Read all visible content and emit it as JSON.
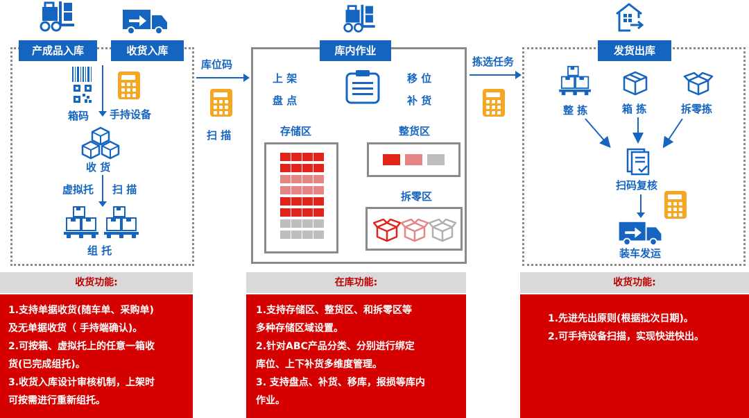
{
  "left": {
    "header_produce": "产成品入库",
    "header_receive": "收货入库",
    "box_code": "箱码",
    "handheld": "手持设备",
    "receive": "收 货",
    "virtual_pallet": "虚拟托",
    "scan": "扫 描",
    "pallet": "组 托"
  },
  "arrow1": {
    "top_label": "库位码",
    "bottom_label": "扫 描"
  },
  "middle": {
    "header": "库内作业",
    "shelve": "上 架",
    "inventory": "盘 点",
    "move": "移 位",
    "replenish": "补 货",
    "storage_zone": "存储区",
    "whole_zone": "整货区",
    "split_zone": "拆零区"
  },
  "arrow2": {
    "top_label": "拣选任务"
  },
  "right": {
    "header": "发货出库",
    "whole_pick": "整 拣",
    "box_pick": "箱 拣",
    "split_pick": "拆零拣",
    "scan_check": "扫码复核",
    "load_ship": "装车发运"
  },
  "panels": [
    {
      "title": "收货功能:",
      "lines": [
        "1.支持单据收货(随车单、采购单)",
        "及无单据收货（ 手持端确认)。",
        "2.可按箱、虚拟托上的任意一箱收",
        "货(已完成组托)。",
        "3.收货入库设计审核机制，上架时",
        "可按需进行重新组托。"
      ]
    },
    {
      "title": "在库功能:",
      "lines": [
        "1.支持存储区、整货区、和拆零区等",
        "多种存储区域设置。",
        "2.针对ABC产品分类、分别进行绑定",
        "库位、上下补货多维度管理。",
        "3. 支持盘点、补货、移库，报损等库内",
        "作业。"
      ]
    },
    {
      "title": "收货功能:",
      "lines": [
        "1.先进先出原则(根据批次日期)。",
        "2.可手持设备扫描，实现快进快出。"
      ]
    }
  ],
  "colors": {
    "blue": "#1565c0",
    "red": "#d50000",
    "orange": "#f5a623",
    "gray": "#d9d9d9"
  }
}
